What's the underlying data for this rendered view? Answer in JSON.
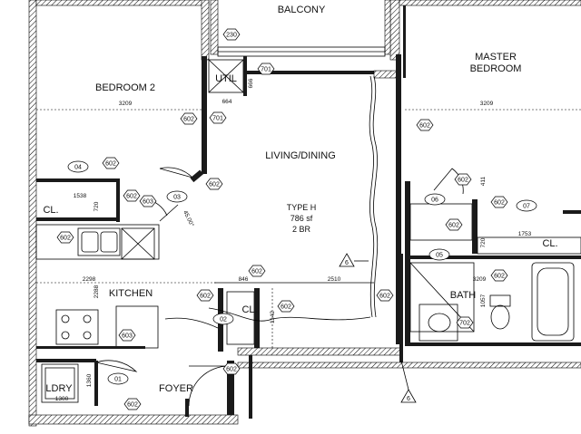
{
  "rooms": {
    "balcony": "BALCONY",
    "bedroom2": "BEDROOM 2",
    "master_l1": "MASTER",
    "master_l2": "BEDROOM",
    "util": "UTIL",
    "living": "LIVING/DINING",
    "kitchen": "KITCHEN",
    "bath": "BATH",
    "foyer": "FOYER",
    "ldry": "LDRY",
    "cl_left": "CL.",
    "cl_right": "CL.",
    "cl_center": "CL."
  },
  "unit": {
    "type": "TYPE H",
    "area": "786 sf",
    "beds": "2 BR"
  },
  "dimensions": {
    "d1": "3209",
    "d2": "664",
    "d3": "666",
    "d4": "3209",
    "d5": "1538",
    "d6": "720",
    "d7": "2298",
    "d8": "2288",
    "d9": "846",
    "d10": "2510",
    "d11": "1753",
    "d12": "3209",
    "d13": "411",
    "d14": "720",
    "d15": "1300",
    "d16": "1360",
    "d17": "1142",
    "d18": "1057",
    "d19": "45.00°"
  },
  "tags": {
    "t230": "230",
    "t701a": "701",
    "t701b": "701",
    "t602a": "602",
    "t602b": "602",
    "t602c": "602",
    "t602d": "602",
    "t602e": "602",
    "t602f": "602",
    "t602g": "602",
    "t602h": "602",
    "t602i": "602",
    "t602j": "602",
    "t602k": "602",
    "t602l": "602",
    "t602m": "602",
    "t602n": "602",
    "t602o": "602",
    "t602p": "602",
    "t602q": "602",
    "t603a": "603",
    "t603b": "603",
    "t702": "702",
    "d01": "01",
    "d02": "02",
    "d03": "03",
    "d04": "04",
    "d05": "05",
    "d06": "06",
    "d07": "07"
  },
  "revisions": {
    "r1": "6",
    "r2": "6"
  }
}
